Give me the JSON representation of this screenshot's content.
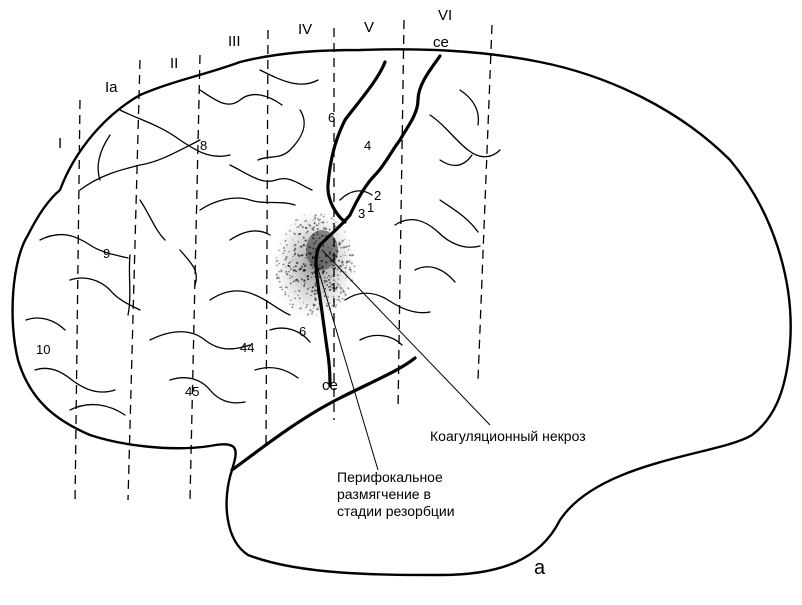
{
  "zones": [
    {
      "id": "I",
      "label": "I"
    },
    {
      "id": "Ia",
      "label": "Ia"
    },
    {
      "id": "II",
      "label": "II"
    },
    {
      "id": "III",
      "label": "III"
    },
    {
      "id": "IV",
      "label": "IV"
    },
    {
      "id": "V",
      "label": "V"
    },
    {
      "id": "VI",
      "label": "VI"
    }
  ],
  "areas": [
    {
      "label": "10"
    },
    {
      "label": "9"
    },
    {
      "label": "8"
    },
    {
      "label": "45"
    },
    {
      "label": "44"
    },
    {
      "label": "6"
    },
    {
      "label": "6"
    },
    {
      "label": "4"
    },
    {
      "label": "3"
    },
    {
      "label": "1"
    },
    {
      "label": "2"
    }
  ],
  "sulcus_labels": [
    {
      "label": "ce"
    },
    {
      "label": "ce"
    }
  ],
  "annotations": {
    "necrosis": "Коагуляционный некроз",
    "softening": [
      "Перифокальное",
      "размягчение в",
      "стадии резорбции"
    ]
  },
  "figure_letter": "а",
  "colors": {
    "ink": "#000000",
    "paper": "#ffffff",
    "lesion": "#6a6a6a"
  }
}
